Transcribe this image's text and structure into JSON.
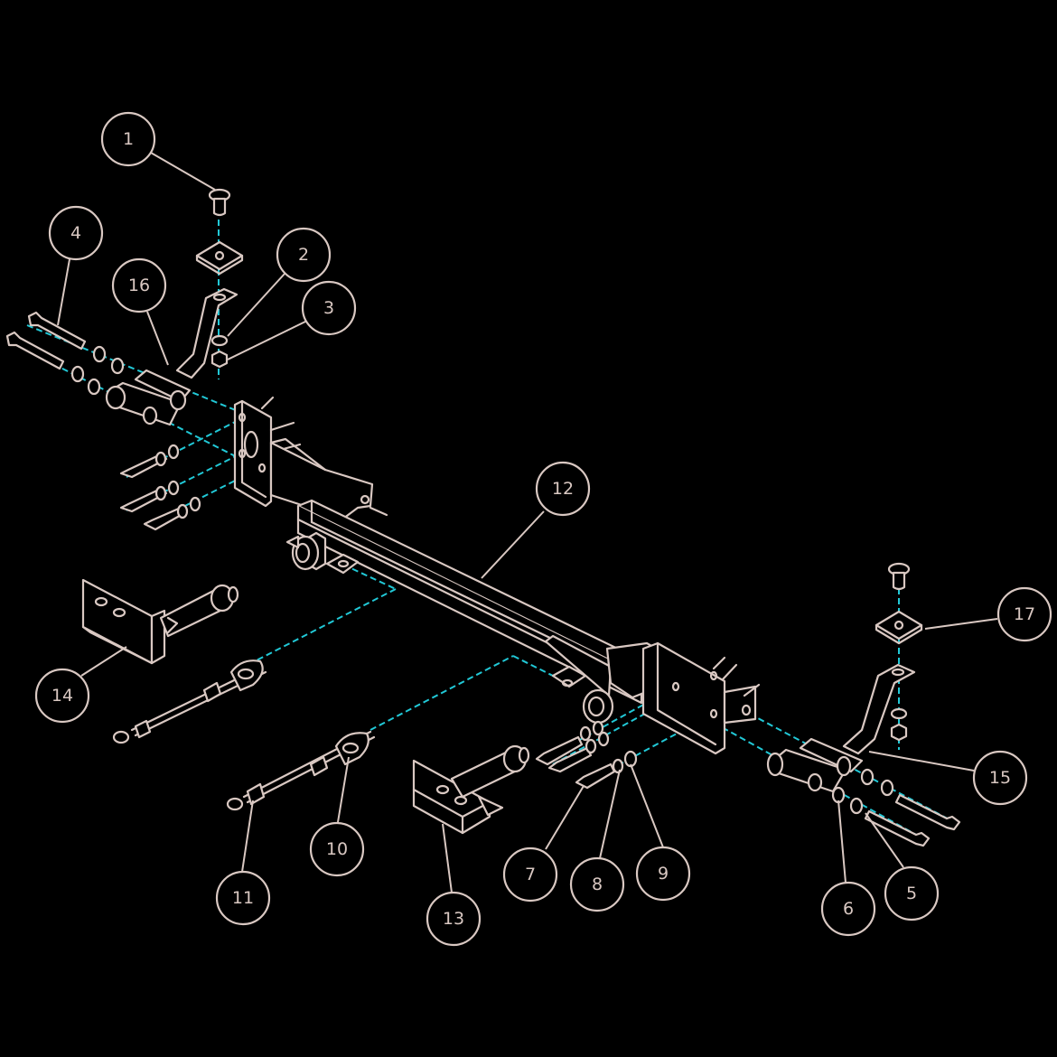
{
  "colors": {
    "background": "#000000",
    "linework": "#d9c8c2",
    "axis": "#21c8d6"
  },
  "callouts": [
    "1",
    "2",
    "3",
    "4",
    "5",
    "6",
    "7",
    "8",
    "9",
    "10",
    "11",
    "12",
    "13",
    "14",
    "15",
    "16",
    "17"
  ]
}
